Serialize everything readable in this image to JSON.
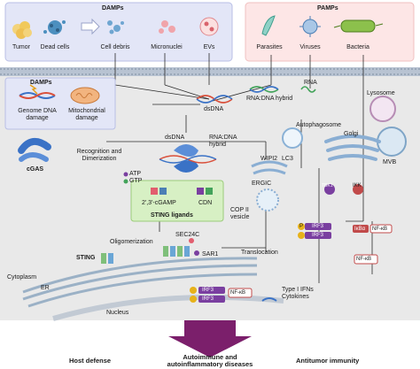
{
  "damps_top": {
    "title": "DAMPs",
    "items": [
      "Tumor",
      "Dead cells",
      "Cell debris",
      "Micronuclei",
      "EVs"
    ]
  },
  "pamps": {
    "title": "PAMPs",
    "items": [
      "Parasites",
      "Viruses",
      "Bacteria"
    ]
  },
  "damps_inner": {
    "title": "DAMPs",
    "genome": "Genome DNA\ndamage",
    "mito": "Mitochondrial\ndamage"
  },
  "labels": {
    "dsdna_top": "dsDNA",
    "rna": "RNA",
    "rna_dna_hybrid_top": "RNA:DNA hybrid",
    "cgas": "cGAS",
    "dsdna_mid": "dsDNA",
    "rna_dna_hybrid_mid": "RNA:DNA\nhybrid",
    "recognition": "Recognition and\nDimerization",
    "atp": "ATP",
    "gtp": "GTP",
    "cgamp": "2',3'-cGAMP",
    "cdn": "CDN",
    "sting_ligands": "STING ligands",
    "autophagosome": "Autophagosome",
    "wipi2": "WIPI2",
    "lc3": "LC3",
    "lysosome": "Lysosome",
    "golgi": "Golgi",
    "mvb": "MVB",
    "ergic": "ERGIC",
    "cop2": "COP II\nvesicle",
    "sec24c": "SEC24C",
    "sar1": "SAR1",
    "oligomerization": "Oligomerization",
    "sting": "STING",
    "translocation": "Translocation",
    "er": "ER",
    "nucleus": "Nucleus",
    "cytoplasm": "Cytoplasm",
    "irf3": "IRF3",
    "p": "P",
    "tbk1": "TBK1",
    "ikk": "IKK",
    "ikba": "IκBα",
    "nfkb": "NF-κB",
    "type1": "Type I IFNs\nCytokines"
  },
  "outcomes": {
    "left": "Host defense",
    "center": "Autoimmune and\nautoinflammatory diseases",
    "right": "Antitumor immunity"
  },
  "colors": {
    "damps_bg": "#e3e6f7",
    "pamps_bg": "#fde6e6",
    "cell_bg": "#e9e9e9",
    "membrane": "#9aa7b8",
    "purple": "#7b1f6b",
    "irf3": "#7a3fa0",
    "p": "#e7b21a",
    "sting_ligand_bg": "#d7f0c4"
  }
}
